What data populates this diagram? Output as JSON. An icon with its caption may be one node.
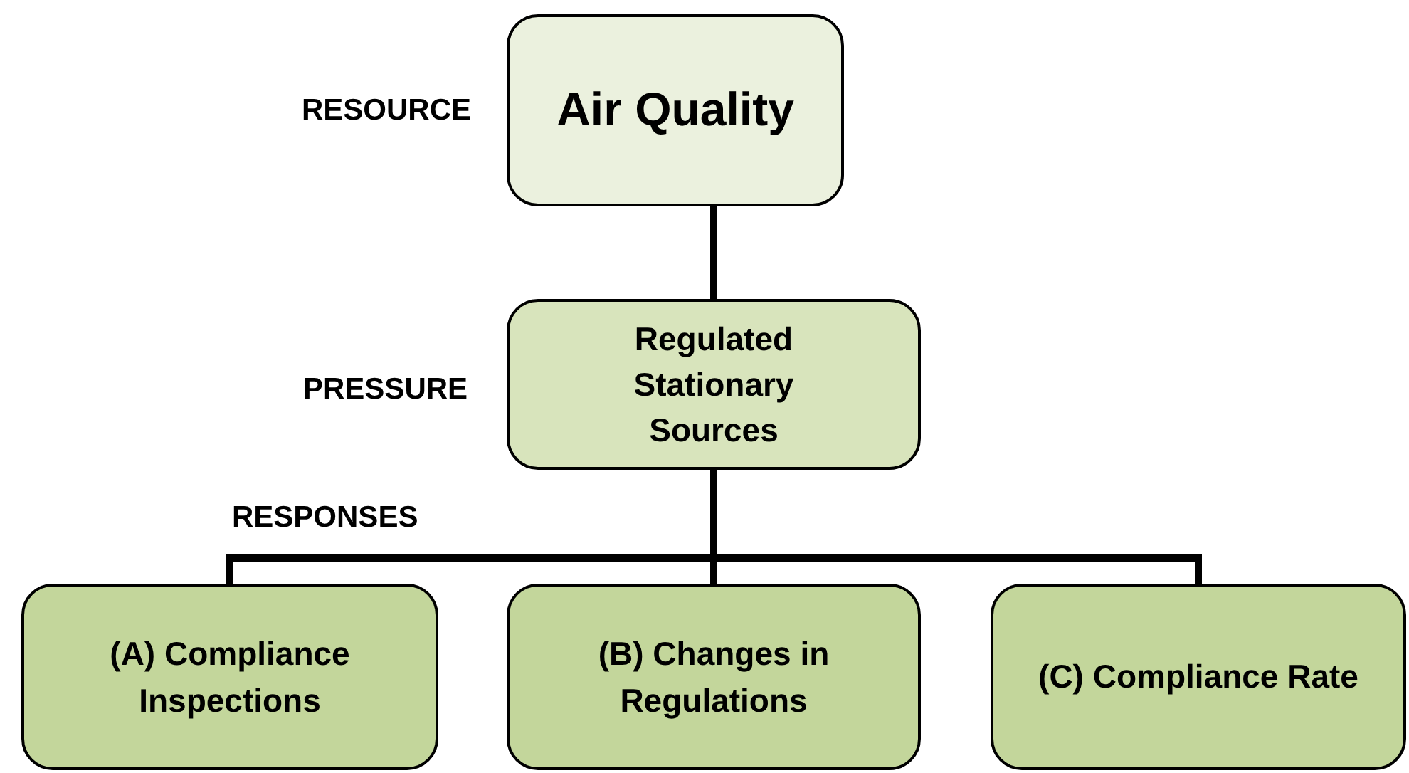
{
  "diagram": {
    "nodes": [
      {
        "text": [
          "Air Quality"
        ]
      },
      {
        "text": [
          "Regulated Stationary Sources"
        ]
      },
      {
        "text": [
          "(A) Compliance Inspections"
        ]
      },
      {
        "text": [
          "(B) Changes in Regulations"
        ]
      },
      {
        "text": [
          "(C) Compliance Rate"
        ]
      }
    ],
    "edges": [
      {
        "from": 0,
        "to": 1,
        "arrow": "none"
      },
      {
        "from": 1,
        "to": 2,
        "arrow": "none"
      },
      {
        "from": 1,
        "to": 3,
        "arrow": "none"
      },
      {
        "from": 1,
        "to": 4,
        "arrow": "none"
      }
    ],
    "labels": [
      "RESOURCE",
      "PRESSURE",
      "RESPONSES"
    ]
  }
}
